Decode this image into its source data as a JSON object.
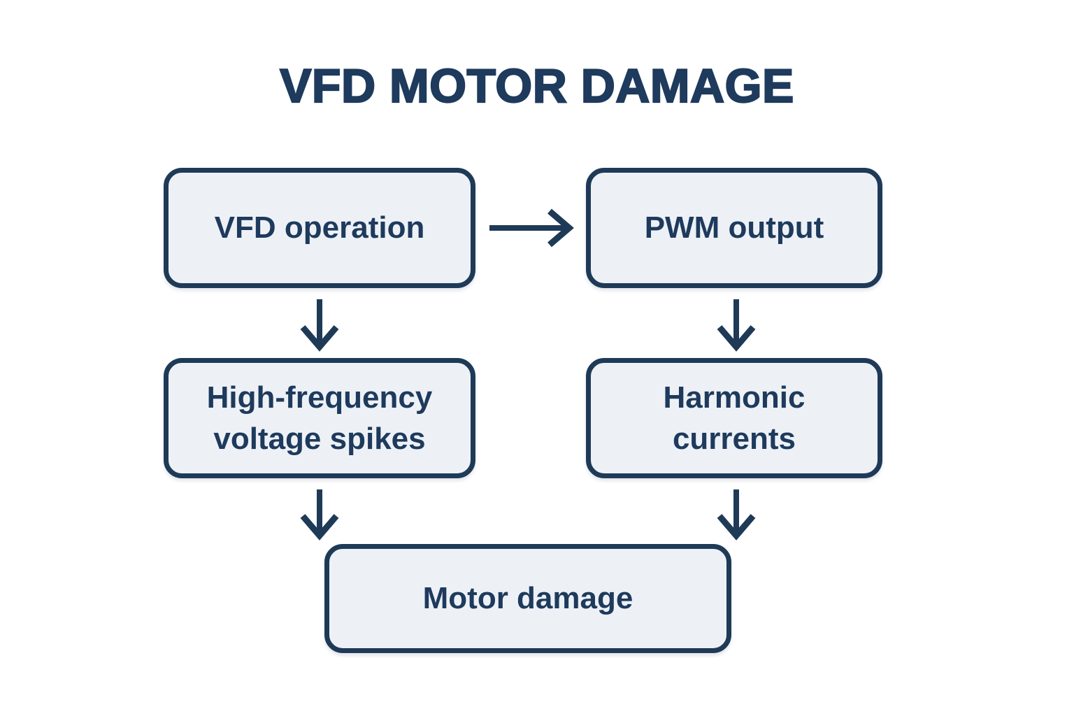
{
  "title": {
    "text": "VFD MOTOR DAMAGE"
  },
  "theme": {
    "background": "#ffffff",
    "node_fill": "#edf1f6",
    "node_border": "#1e3a57",
    "text_color": "#1e3a5c",
    "arrow_color": "#1e3a57"
  },
  "diagram": {
    "type": "flowchart",
    "nodes": [
      {
        "id": "vfd-operation",
        "label": "VFD operation"
      },
      {
        "id": "pwm-output",
        "label": "PWM output"
      },
      {
        "id": "high-frequency-voltage-spikes",
        "label": "High-frequency voltage spikes"
      },
      {
        "id": "harmonic-currents",
        "label": "Harmonic currents"
      },
      {
        "id": "motor-damage",
        "label": "Motor damage"
      }
    ],
    "edges": [
      {
        "from": "vfd-operation",
        "to": "pwm-output",
        "direction": "right"
      },
      {
        "from": "vfd-operation",
        "to": "high-frequency-voltage-spikes",
        "direction": "down"
      },
      {
        "from": "pwm-output",
        "to": "harmonic-currents",
        "direction": "down"
      },
      {
        "from": "high-frequency-voltage-spikes",
        "to": "motor-damage",
        "direction": "down"
      },
      {
        "from": "harmonic-currents",
        "to": "motor-damage",
        "direction": "down"
      }
    ]
  }
}
